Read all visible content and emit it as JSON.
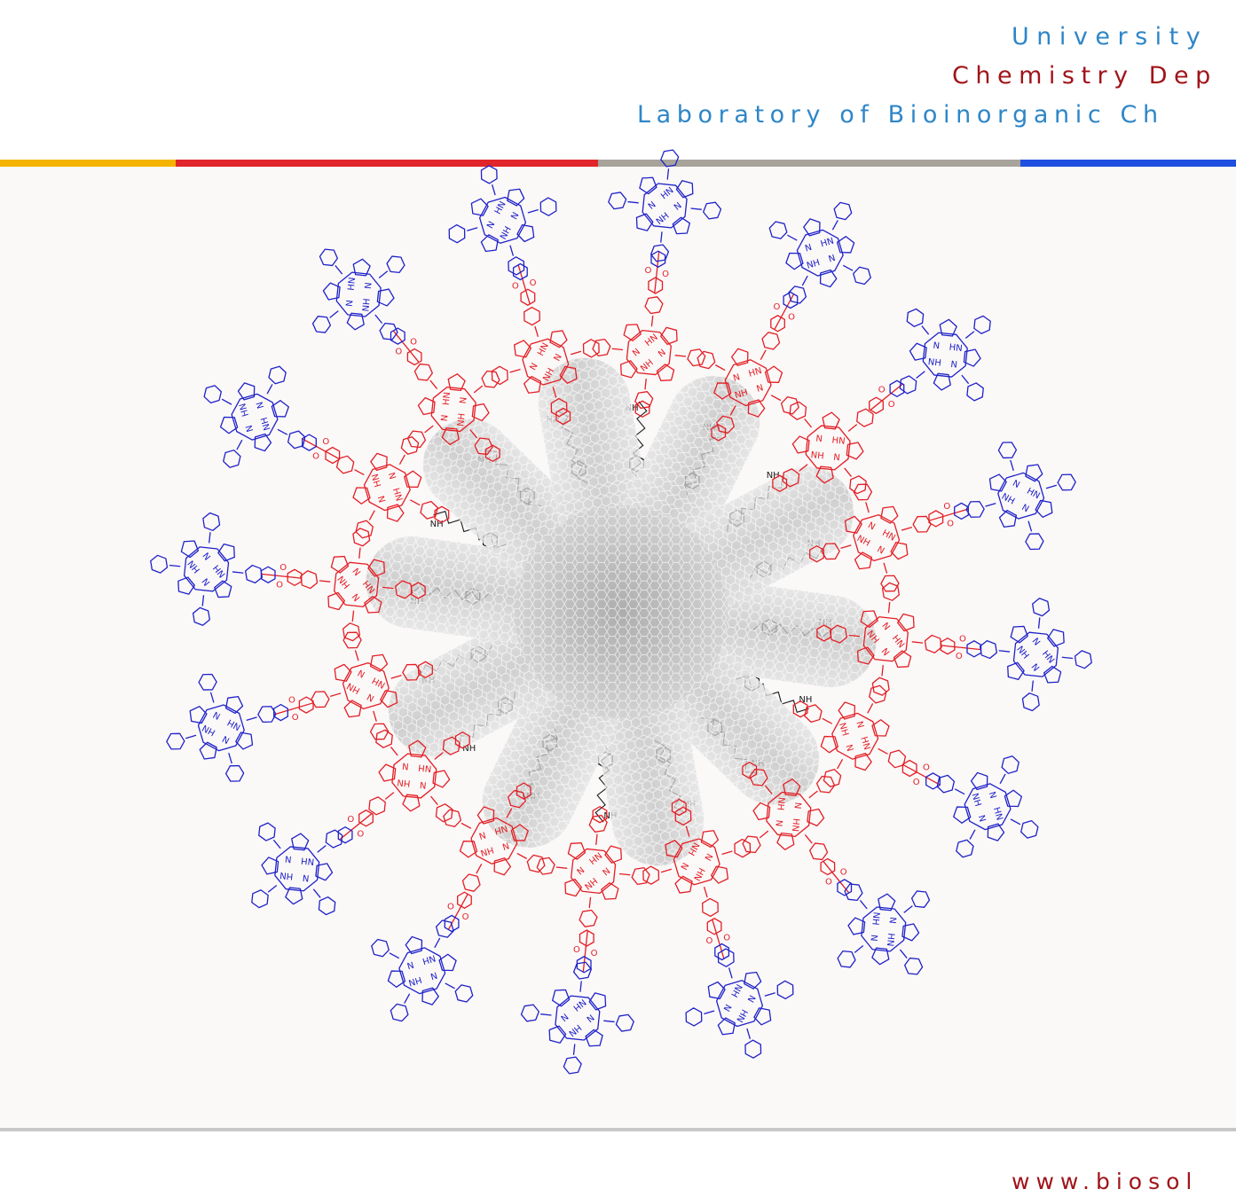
{
  "header": {
    "university": "University",
    "department": "Chemistry Dep",
    "laboratory": "Laboratory of Bioinorganic Ch"
  },
  "footer": {
    "url": "www.biosol"
  },
  "colors": {
    "bar_yellow": "#f4b400",
    "bar_red": "#e0262a",
    "bar_gray": "#a8a39b",
    "bar_blue": "#1f4fe0",
    "porphyrin_red": "#e31e24",
    "porphyrin_blue": "#1e22c8",
    "linker_black": "#1a1a1a",
    "nanotube_gray": "#bdbdbd",
    "panel_bg": "#fbf8f8"
  },
  "diagram": {
    "center": "carbon-nanotube-star",
    "arm_count": 16,
    "labels": {
      "nh": "NH",
      "hn": "HN",
      "n": "N",
      "h": "H",
      "o": "O"
    }
  }
}
